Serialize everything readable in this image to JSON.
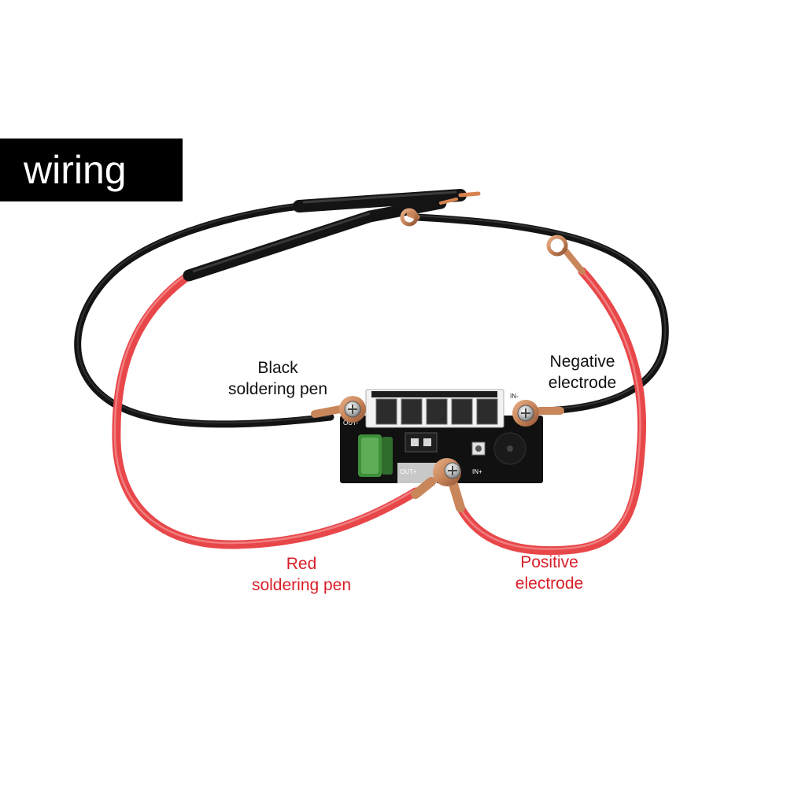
{
  "title": "wiring",
  "labels": {
    "black_pen": {
      "line1": "Black",
      "line2": "soldering pen"
    },
    "negative": {
      "line1": "Negative",
      "line2": "electrode"
    },
    "red_pen": {
      "line1": "Red",
      "line2": "soldering pen"
    },
    "positive": {
      "line1": "Positive",
      "line2": "electrode"
    }
  },
  "board": {
    "out_minus": "OUT-",
    "out_plus": "OUT+",
    "in_minus": "IN-",
    "in_plus": "IN+"
  },
  "colors": {
    "black_wire": "#141414",
    "red_wire": "#e8474a",
    "copper": "#c9865a",
    "board": "#111111",
    "label_red": "#d81e28"
  }
}
